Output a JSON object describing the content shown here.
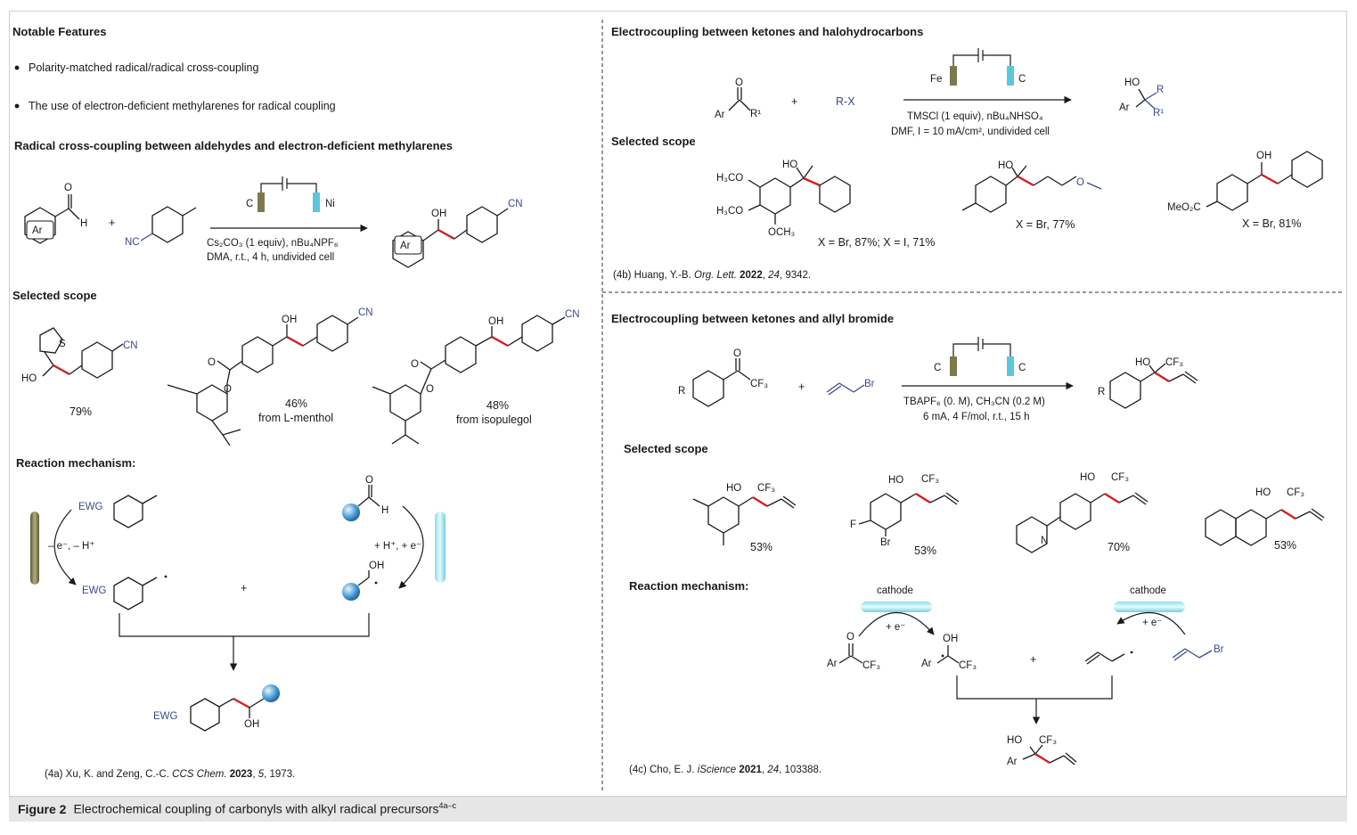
{
  "left_panel": {
    "features_title": "Notable Features",
    "feature_items": [
      "Polarity-matched radical/radical cross-coupling",
      "The use of electron-deficient methylarenes for radical coupling"
    ],
    "section1_title": "Radical cross-coupling between aldehydes and electron-deficient methylarenes",
    "reaction": {
      "reagent_plus": "+",
      "electrode_left": "C",
      "electrode_right": "Ni",
      "conditions_line1": "Cs₂CO₃ (1 equiv), nBu₄NPF₆",
      "conditions_line2": "DMA, r.t., 4 h, undivided cell",
      "labels": {
        "ar": "Ar",
        "h": "H",
        "o": "O",
        "nc": "NC",
        "cn": "CN",
        "oh": "OH"
      }
    },
    "scope_title": "Selected scope",
    "scope": [
      {
        "yield": "79%",
        "labels": {
          "s": "S",
          "ho": "HO",
          "cn": "CN"
        }
      },
      {
        "yield": "46%",
        "source": "from L-menthol",
        "labels": {
          "oh": "OH",
          "cn": "CN",
          "o": "O"
        }
      },
      {
        "yield": "48%",
        "source": "from isopulegol",
        "labels": {
          "oh": "OH",
          "cn": "CN",
          "o": "O"
        }
      }
    ],
    "mechanism_title": "Reaction mechanism:",
    "mechanism": {
      "ewg": "EWG",
      "left_step": "– e⁻, – H⁺",
      "right_step": "+ H⁺, + e⁻",
      "plus": "+",
      "h": "H",
      "o": "O",
      "oh": "OH"
    },
    "reference": {
      "prefix": "(4a) Xu, K. and Zeng, C.-C. ",
      "journal": "CCS Chem.",
      "year": "2023",
      "volume": "5",
      "page": "1973."
    }
  },
  "right_top": {
    "title": "Electrocoupling between ketones and halohydrocarbons",
    "electrode_left": "Fe",
    "electrode_right": "C",
    "reagent": "R-X",
    "plus": "+",
    "conditions_line1": "TMSCl (1 equiv), nBu₄NHSO₄",
    "conditions_line2": "DMF, I = 10 mA/cm², undivided cell",
    "labels": {
      "ar": "Ar",
      "r1": "R¹",
      "o": "O",
      "ho": "HO",
      "r": "R"
    },
    "scope_title": "Selected scope",
    "scope": [
      {
        "yield": "X = Br, 87%; X = I, 71%",
        "labels": {
          "h3co_1": "H₃CO",
          "h3co_2": "H₃CO",
          "och3": "OCH₃",
          "ho": "HO"
        }
      },
      {
        "yield": "X = Br, 77%",
        "labels": {
          "ho": "HO",
          "o": "O"
        }
      },
      {
        "yield": "X = Br, 81%",
        "labels": {
          "oh": "OH",
          "meo2c": "MeO₂C"
        }
      }
    ],
    "reference": {
      "prefix": "(4b) Huang, Y.-B. ",
      "journal": "Org. Lett.",
      "year": "2022",
      "volume": "24",
      "page": "9342."
    }
  },
  "right_bottom": {
    "title": "Electrocoupling between ketones and allyl bromide",
    "electrode_left": "C",
    "electrode_right": "C",
    "plus": "+",
    "conditions_line1": "TBAPF₆ (0. M), CH₃CN (0.2 M)",
    "conditions_line2": "6 mA, 4 F/mol, r.t., 15 h",
    "labels": {
      "r": "R",
      "o": "O",
      "cf3": "CF₃",
      "br": "Br",
      "ho": "HO"
    },
    "scope_title": "Selected scope",
    "scope": [
      {
        "yield": "53%"
      },
      {
        "yield": "53%",
        "labels": {
          "f": "F",
          "br": "Br"
        }
      },
      {
        "yield": "70%",
        "labels": {
          "n": "N"
        }
      },
      {
        "yield": "53%"
      }
    ],
    "mechanism_title": "Reaction mechanism:",
    "mechanism": {
      "cathode_left": "cathode",
      "cathode_right": "cathode",
      "e_left": "+ e⁻",
      "e_right": "+ e⁻",
      "plus": "+",
      "ar": "Ar",
      "o": "O",
      "oh": "OH",
      "cf3": "CF₃",
      "br": "Br",
      "ho": "HO"
    },
    "reference": {
      "prefix": "(4c) Cho, E. J. ",
      "journal": "iScience",
      "year": "2021",
      "volume": "24",
      "page": "103388."
    }
  },
  "caption": {
    "label": "Figure 2",
    "text": "Electrochemical coupling of carbonyls with alkyl radical precursors",
    "refs": "4a–c"
  },
  "colors": {
    "electrode_iron": "#7c7a4a",
    "electrode_carbon": "#5ac8da",
    "bond_highlight": "#d41e1e",
    "atom_blue": "#3a4a8c",
    "sphere": "#3f8fc4"
  }
}
